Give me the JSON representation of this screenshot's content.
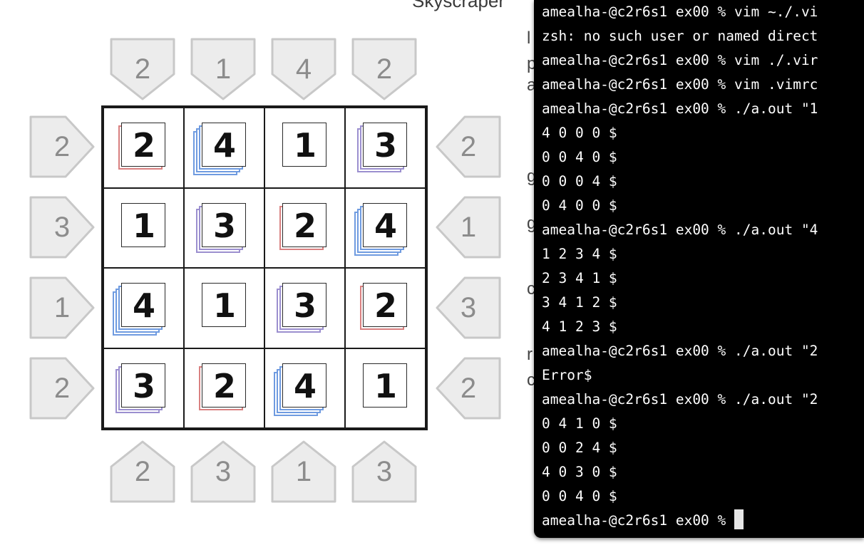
{
  "background_page": {
    "title": "Skyscraper",
    "clues": {
      "top": [
        "2",
        "1",
        "4",
        "2"
      ],
      "bottom": [
        "2",
        "3",
        "1",
        "3"
      ],
      "left": [
        "2",
        "3",
        "1",
        "2"
      ],
      "right": [
        "2",
        "1",
        "3",
        "2"
      ]
    },
    "grid": [
      [
        "2",
        "4",
        "1",
        "3"
      ],
      [
        "1",
        "3",
        "2",
        "4"
      ],
      [
        "4",
        "1",
        "3",
        "2"
      ],
      [
        "3",
        "2",
        "4",
        "1"
      ]
    ],
    "stack_colors": {
      "1": "#7fbf7f",
      "2": "#d98080",
      "3": "#9b8fcf",
      "4": "#6f9be0"
    },
    "text_fragments": [
      "l",
      "p",
      "a",
      "g",
      "g",
      "c",
      "r",
      "c"
    ]
  },
  "terminal": {
    "lines": [
      "amealha-@c2r6s1 ex00 % vim ~./.vi",
      "zsh: no such user or named direct",
      "amealha-@c2r6s1 ex00 % vim ./.vir",
      "amealha-@c2r6s1 ex00 % vim .vimrc",
      "amealha-@c2r6s1 ex00 % ./a.out \"1",
      "4 0 0 0 $",
      "0 0 4 0 $",
      "0 0 0 4 $",
      "0 4 0 0 $",
      "amealha-@c2r6s1 ex00 % ./a.out \"4",
      "1 2 3 4 $",
      "2 3 4 1 $",
      "3 4 1 2 $",
      "4 1 2 3 $",
      "amealha-@c2r6s1 ex00 % ./a.out \"2",
      "Error$",
      "amealha-@c2r6s1 ex00 % ./a.out \"2",
      "0 4 1 0 $",
      "0 0 2 4 $",
      "4 0 3 0 $",
      "0 0 4 0 $"
    ],
    "prompt": "amealha-@c2r6s1 ex00 % "
  }
}
